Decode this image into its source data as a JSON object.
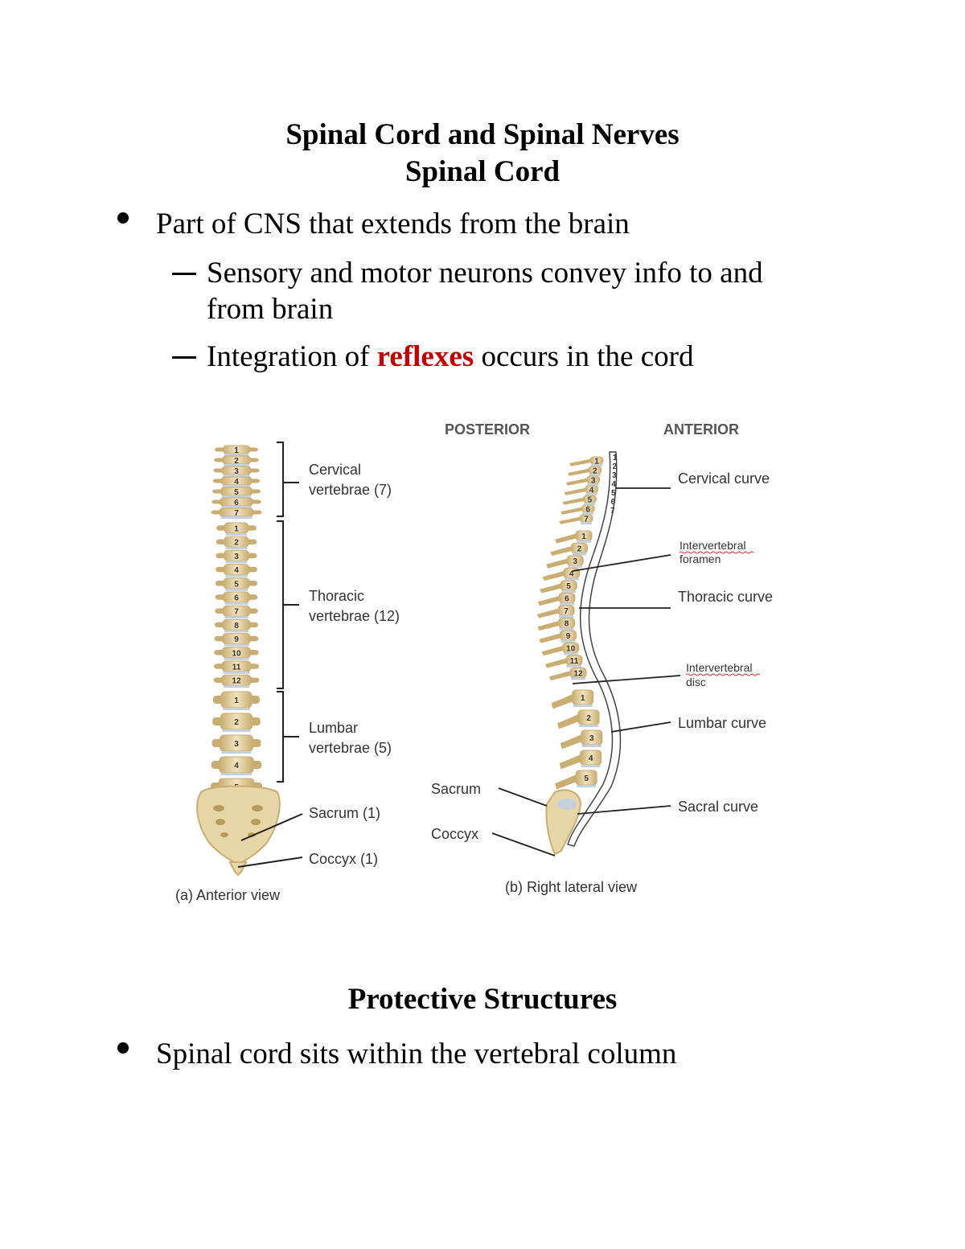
{
  "doc": {
    "title": "Spinal Cord and Spinal Nerves",
    "subtitle": "Spinal Cord",
    "bullet1": "Part of CNS that extends from the brain",
    "sub1_line1": "Sensory and motor neurons   convey info to and",
    "sub1_line2": "from brain",
    "sub2_pre": "Integration of ",
    "sub2_highlight": "reflexes",
    "sub2_post": " occurs in the cord",
    "section2_title": "Protective Structures",
    "bullet2": "Spinal cord sits within the vertebral column"
  },
  "figure": {
    "anterior": {
      "labels": {
        "cervical_1": "Cervical",
        "cervical_2": "vertebrae (7)",
        "thoracic_1": "Thoracic",
        "thoracic_2": "vertebrae (12)",
        "lumbar_1": "Lumbar",
        "lumbar_2": "vertebrae (5)",
        "sacrum": "Sacrum (1)",
        "coccyx": "Coccyx (1)"
      },
      "caption": "(a) Anterior view"
    },
    "lateral": {
      "posterior": "POSTERIOR",
      "anterior": "ANTERIOR",
      "labels": {
        "cervical_curve": "Cervical curve",
        "iv_foramen_1": "Intervertebral",
        "iv_foramen_2": "foramen",
        "thoracic_curve": "Thoracic curve",
        "iv_disc_1": "Intervertebral",
        "iv_disc_2": "disc",
        "lumbar_curve": "Lumbar curve",
        "sacral_curve": "Sacral curve",
        "sacrum": "Sacrum",
        "coccyx": "Coccyx"
      },
      "caption": "(b) Right lateral view"
    },
    "numbers": {
      "cervical": [
        "1",
        "2",
        "3",
        "4",
        "5",
        "6",
        "7"
      ],
      "thoracic": [
        "1",
        "2",
        "3",
        "4",
        "5",
        "6",
        "7",
        "8",
        "9",
        "10",
        "11",
        "12"
      ],
      "lumbar": [
        "1",
        "2",
        "3",
        "4",
        "5"
      ]
    },
    "colors": {
      "bone": "#e8d6a8",
      "bone_dark": "#c9ad72",
      "disc": "#c4d0dc",
      "emphasis": "#c00000"
    }
  }
}
